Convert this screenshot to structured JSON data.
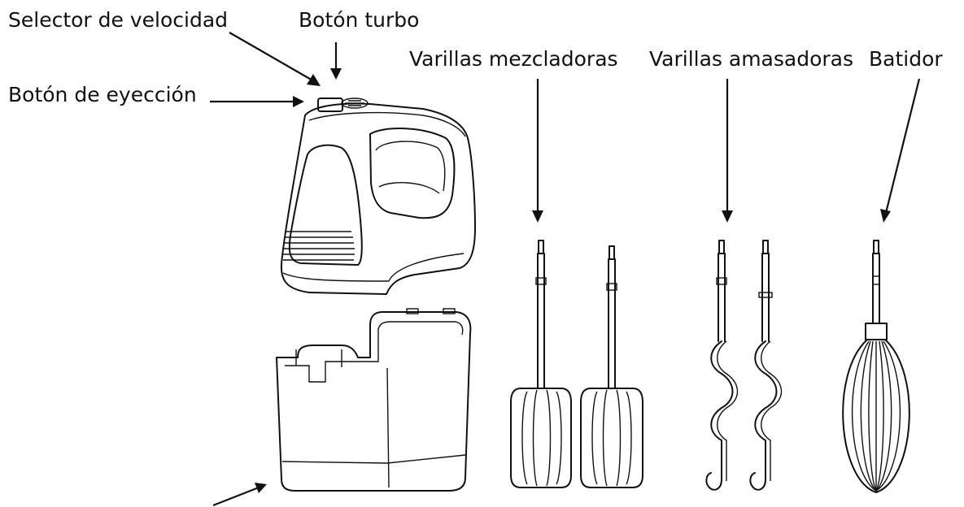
{
  "labels": {
    "speed_selector": "Selector de velocidad",
    "turbo_button": "Botón turbo",
    "eject_button": "Botón de eyección",
    "mixing_beaters": "Varillas mezcladoras",
    "dough_hooks": "Varillas amasadoras",
    "whisk": "Batidor"
  },
  "colors": {
    "line": "#111111",
    "background": "#ffffff"
  }
}
